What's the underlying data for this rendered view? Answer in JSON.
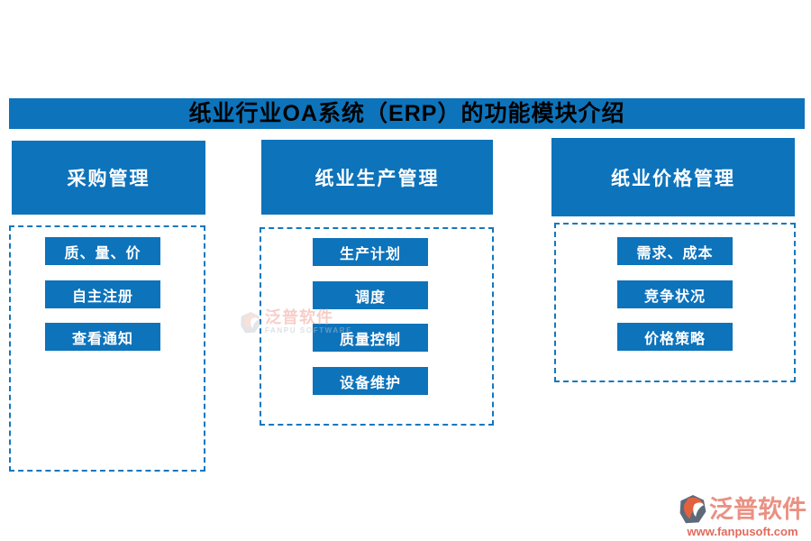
{
  "title": "纸业行业OA系统（ERP）的功能模块介绍",
  "colors": {
    "primary_blue": "#0d73bb",
    "dashed_border_blue": "#1377be",
    "title_text": "#000000",
    "button_text": "#ffffff",
    "logo_brand_red": "#ea9183",
    "logo_url_red": "#e26a5d",
    "logo_mark_gray": "#5d6a7a",
    "logo_mark_orange": "#e2623e"
  },
  "columns": [
    {
      "header": "采购管理",
      "items": [
        "质、量、价",
        "自主注册",
        "查看通知"
      ]
    },
    {
      "header": "纸业生产管理",
      "items": [
        "生产计划",
        "调度",
        "质量控制",
        "设备维护"
      ]
    },
    {
      "header": "纸业价格管理",
      "items": [
        "需求、成本",
        "竞争状况",
        "价格策略"
      ]
    }
  ],
  "watermark": {
    "brand": "泛普软件",
    "brand_sub": "FANPU SOFTWARE"
  },
  "footer_logo": {
    "brand": "泛普软件",
    "url": "www.fanpusoft.com"
  }
}
